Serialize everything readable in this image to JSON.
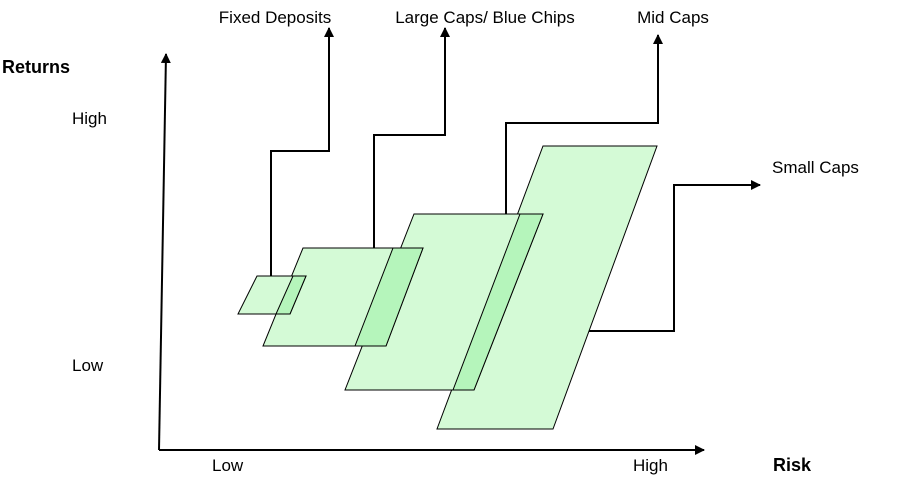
{
  "axes": {
    "y_title": "Returns",
    "x_title": "Risk",
    "y_high": "High",
    "y_low": "Low",
    "x_low": "Low",
    "x_high": "High"
  },
  "categories": [
    {
      "name": "Fixed Deposits"
    },
    {
      "name": "Large Caps/ Blue Chips"
    },
    {
      "name": "Mid Caps"
    },
    {
      "name": "Small Caps"
    }
  ],
  "colors": {
    "fill": "#d4fad6",
    "fill_overlap": "#b5f5bb",
    "stroke": "#000000"
  }
}
